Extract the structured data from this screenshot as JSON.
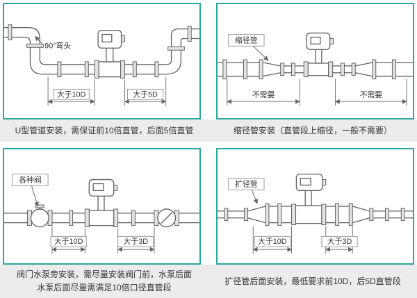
{
  "page": {
    "accent_color": "#2aa79f",
    "caption_bg": "#ececec"
  },
  "panels": [
    {
      "id": "u-bend",
      "callout": "90°弯头",
      "dim_left": "大于10D",
      "dim_right": "大于5D",
      "caption_lines": [
        "U型管道安装，需保证前10倍直管，后面5倍直管"
      ]
    },
    {
      "id": "reducer",
      "callout": "缩径管",
      "dim_left": "不需要",
      "dim_right": "不需要",
      "caption_lines": [
        "缩径管安装（直管段上缩径，一般不需要）"
      ]
    },
    {
      "id": "valves",
      "callout": "各种阀",
      "dim_left": "大于10D",
      "dim_right": "大于3D",
      "caption_lines": [
        "阀门水泵旁安装，需尽量安装阀门前，水泵后面",
        "水泵后面尽量需满足10倍口径直管段"
      ]
    },
    {
      "id": "expander",
      "callout": "扩径管",
      "dim_left": "大于10D",
      "dim_right": "大于3D",
      "caption_lines": [
        "扩径管后面安装，最低要求前10D，后5D直管段"
      ]
    }
  ]
}
